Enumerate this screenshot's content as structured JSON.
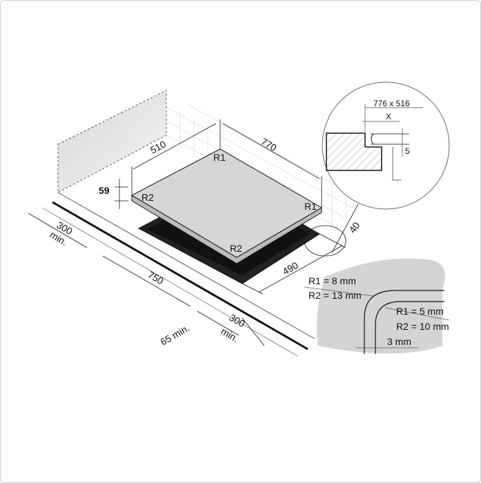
{
  "dimensions": {
    "width": "770",
    "depth": "510",
    "height": "59",
    "cutout_width": "750",
    "cutout_depth": "490",
    "front_gap": "40",
    "left_clearance": "300",
    "left_clearance_note": "min.",
    "right_clearance": "300",
    "right_clearance_note": "min.",
    "front_clearance": "65 min."
  },
  "corner_labels": {
    "r1_top": "R1",
    "r2_left": "R2",
    "r1_right": "R1",
    "r2_bottom": "R2"
  },
  "detail_section": {
    "cutout_size": "776 x 516",
    "x_label": "X",
    "thickness": "5"
  },
  "radius_detail": {
    "outer_r1": "R1 = 8 mm",
    "outer_r2": "R2 = 13 mm",
    "inner_r1": "R1 = 5 mm",
    "inner_r2": "R2 = 10 mm",
    "gap": "3 mm"
  }
}
